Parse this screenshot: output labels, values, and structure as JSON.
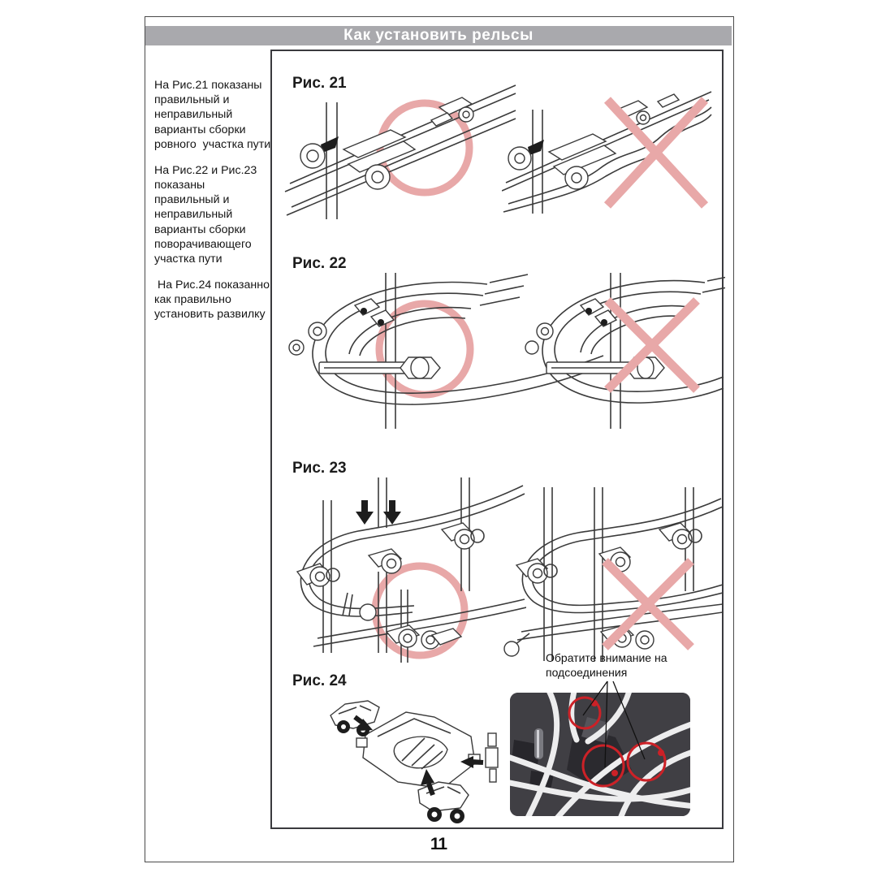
{
  "page": {
    "title": "Как установить рельсы",
    "page_number": "11"
  },
  "sidebar": {
    "paragraphs": [
      "На Рис.21 показаны\nправильный и\nнеправильный\nварианты сборки\nровного  участка пути",
      "На Рис.22 и Рис.23\nпоказаны\nправильный и\nнеправильный\nварианты сборки\nповорачивающего\nучастка пути",
      " На Рис.24 показанно\nкак правильно\nустановить развилку"
    ]
  },
  "figures": [
    {
      "label": "Рис. 21",
      "variants": [
        "correct",
        "incorrect"
      ]
    },
    {
      "label": "Рис. 22",
      "variants": [
        "correct",
        "incorrect"
      ]
    },
    {
      "label": "Рис. 23",
      "variants": [
        "correct",
        "incorrect"
      ]
    },
    {
      "label": "Рис. 24",
      "variants": [
        "assembly"
      ]
    }
  ],
  "annotation": {
    "text": "Обратите внимание на\nподсоединения"
  },
  "icons": {
    "correct_mark": "circle-ok-icon",
    "incorrect_mark": "cross-wrong-icon",
    "press_arrows": "down-arrow-icon",
    "attach_arrows": "black-arrow-icon"
  },
  "colors": {
    "header_bar": "#a9a9ad",
    "mark_pink": "#e8a8a8",
    "line_art": "#3b3b3b",
    "photo_background": "#403f44",
    "photo_highlight_red": "#cc2127"
  }
}
